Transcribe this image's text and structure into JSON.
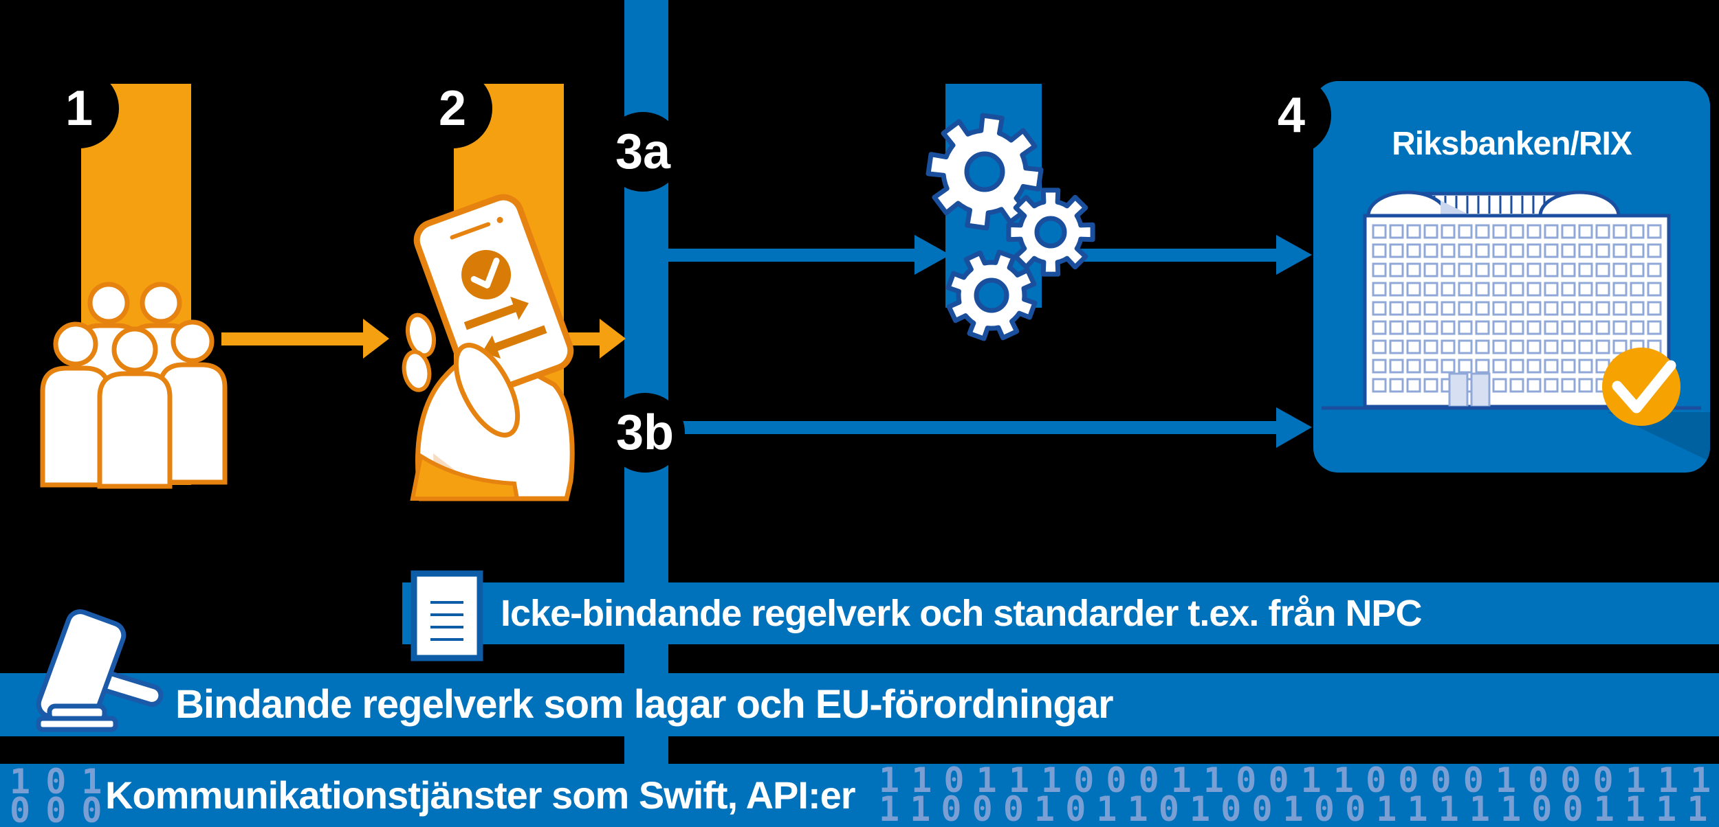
{
  "canvas": {
    "background": "#000000"
  },
  "colors": {
    "blue": "#0072BC",
    "navy_outline": "#1A4F9D",
    "window_blue": "#8FA8D8",
    "digit_blue": "#7A9FD4",
    "orange": "#F5A011",
    "orange_outline": "#E6820F",
    "orange_deep": "#D97C07",
    "check_orange": "#F6A200",
    "white": "#FFFFFF",
    "black": "#000000"
  },
  "badges": {
    "b1": "1",
    "b2": "2",
    "b3a": "3a",
    "b3b": "3b",
    "b4": "4"
  },
  "rix": {
    "title": "Riksbanken/RIX"
  },
  "bars": {
    "npc": "Icke-bindande regelverk och standarder t.ex. från NPC",
    "law": "Bindande regelverk som lagar och EU-förordningar",
    "comm": "Kommunikationstjänster som Swift, API:er"
  },
  "binary": {
    "left_top": "1 0 1",
    "left_bottom": "0 0 0",
    "right_top": "1 1 0 1 1 1 0 0 0 1 1 0 0 1 1 0 0 0 0 1 0 0 0 1 1 1",
    "right_bottom": "1 1 0 0 0 1 0 1 1 0 1 0 0 1 0 0 1 1 1 1 1 0 0 1 1 1 1"
  }
}
